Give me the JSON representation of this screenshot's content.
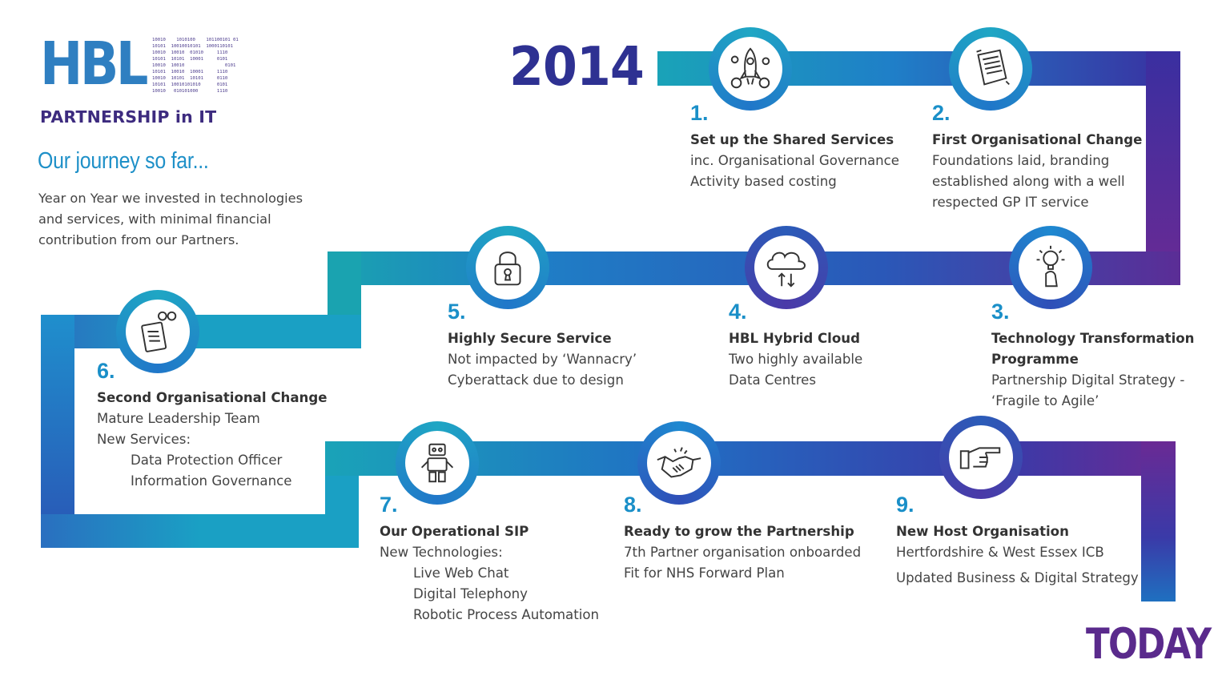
{
  "logo": {
    "mark": "HBL",
    "binary": "10010    1010100    101100101 01\n10101  10010010101  1000110101\n10010  10010  01010     1110\n10101  10101  10001     0101\n10010  10010               0101\n10101  10010  10001     1110\n10010  10101  10101     0110\n10101  10010101010      0101\n10010   010101000       1110",
    "subtitle": "PARTNERSHIP in IT"
  },
  "heading": "Our journey so far...",
  "intro": "Year on Year we invested in technologies and services, with minimal financial contribution from our Partners.",
  "start_label": "2014",
  "end_label": "TODAY",
  "colors": {
    "teal": "#1fa6c4",
    "blue": "#2073c6",
    "indigo": "#2e3192",
    "purple": "#5a2a8c"
  },
  "steps": [
    {
      "number": "1.",
      "title": "Set up the Shared Services",
      "lines": [
        "inc.  Organisational Governance",
        "Activity based costing"
      ],
      "icon": "rocket-icon"
    },
    {
      "number": "2.",
      "title": "First Organisational Change",
      "lines": [
        "Foundations laid, branding",
        "established along with a well",
        "respected GP IT service"
      ],
      "icon": "document-icon"
    },
    {
      "number": "3.",
      "title": "Technology Transformation",
      "title2": "Programme",
      "lines": [
        "Partnership Digital Strategy -",
        "‘Fragile to Agile’"
      ],
      "icon": "lightbulb-icon"
    },
    {
      "number": "4.",
      "title": "HBL Hybrid Cloud",
      "lines": [
        "Two highly available",
        "Data Centres"
      ],
      "icon": "cloud-icon"
    },
    {
      "number": "5.",
      "title": "Highly Secure Service",
      "lines": [
        "Not impacted by ‘Wannacry’",
        "Cyberattack due to design"
      ],
      "icon": "padlock-icon"
    },
    {
      "number": "6.",
      "title": "Second Organisational Change",
      "lines": [
        "Mature Leadership Team",
        "New Services:"
      ],
      "sub": [
        "Data Protection Officer",
        "Information Governance"
      ],
      "icon": "checklist-icon"
    },
    {
      "number": "7.",
      "title": "Our Operational SIP",
      "lines": [
        "New Technologies:"
      ],
      "sub": [
        "Live Web Chat",
        "Digital Telephony",
        "Robotic Process Automation"
      ],
      "icon": "robot-icon"
    },
    {
      "number": "8.",
      "title": "Ready to grow the Partnership",
      "lines": [
        "7th Partner organisation onboarded",
        "Fit for NHS Forward Plan"
      ],
      "icon": "handshake-icon"
    },
    {
      "number": "9.",
      "title": "New Host Organisation",
      "lines": [
        "Hertfordshire & West Essex ICB",
        "Updated Business & Digital Strategy"
      ],
      "icon": "pointing-hand-icon"
    }
  ]
}
